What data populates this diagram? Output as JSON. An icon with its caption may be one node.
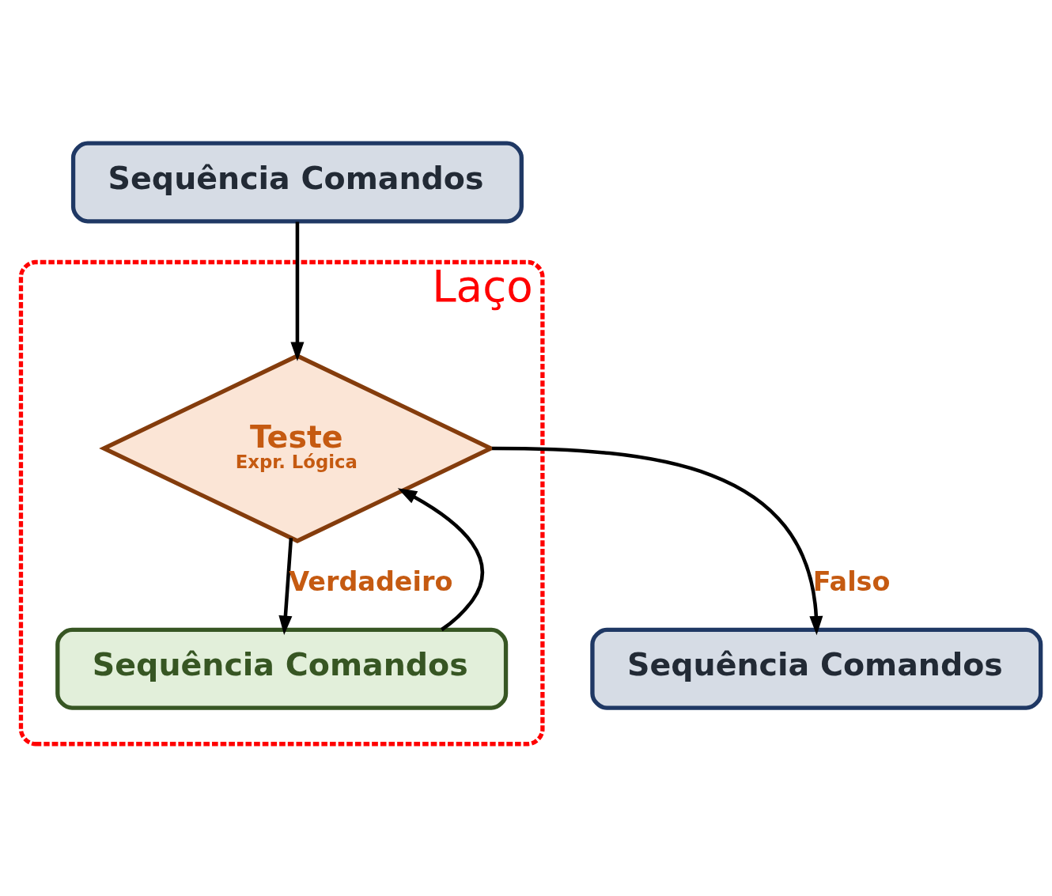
{
  "diagram": {
    "nodes": [
      {
        "text": [
          "Sequência Comandos"
        ]
      },
      {
        "text": [
          "Laço"
        ]
      },
      {
        "text": [
          "Teste",
          "Expr. Lógica"
        ],
        "in": 1
      },
      {
        "text": [
          "Sequência Comandos"
        ],
        "in": 1
      },
      {
        "text": [
          "Sequência Comandos"
        ]
      }
    ],
    "edges": [
      {
        "from": 0,
        "to": 2,
        "arrow": "to"
      },
      {
        "from": 2,
        "to": 3,
        "arrow": "to",
        "label": "Verdadeiro"
      },
      {
        "from": 3,
        "to": 2,
        "arrow": "to"
      },
      {
        "from": 2,
        "to": 4,
        "arrow": "to",
        "label": "Falso"
      }
    ]
  }
}
